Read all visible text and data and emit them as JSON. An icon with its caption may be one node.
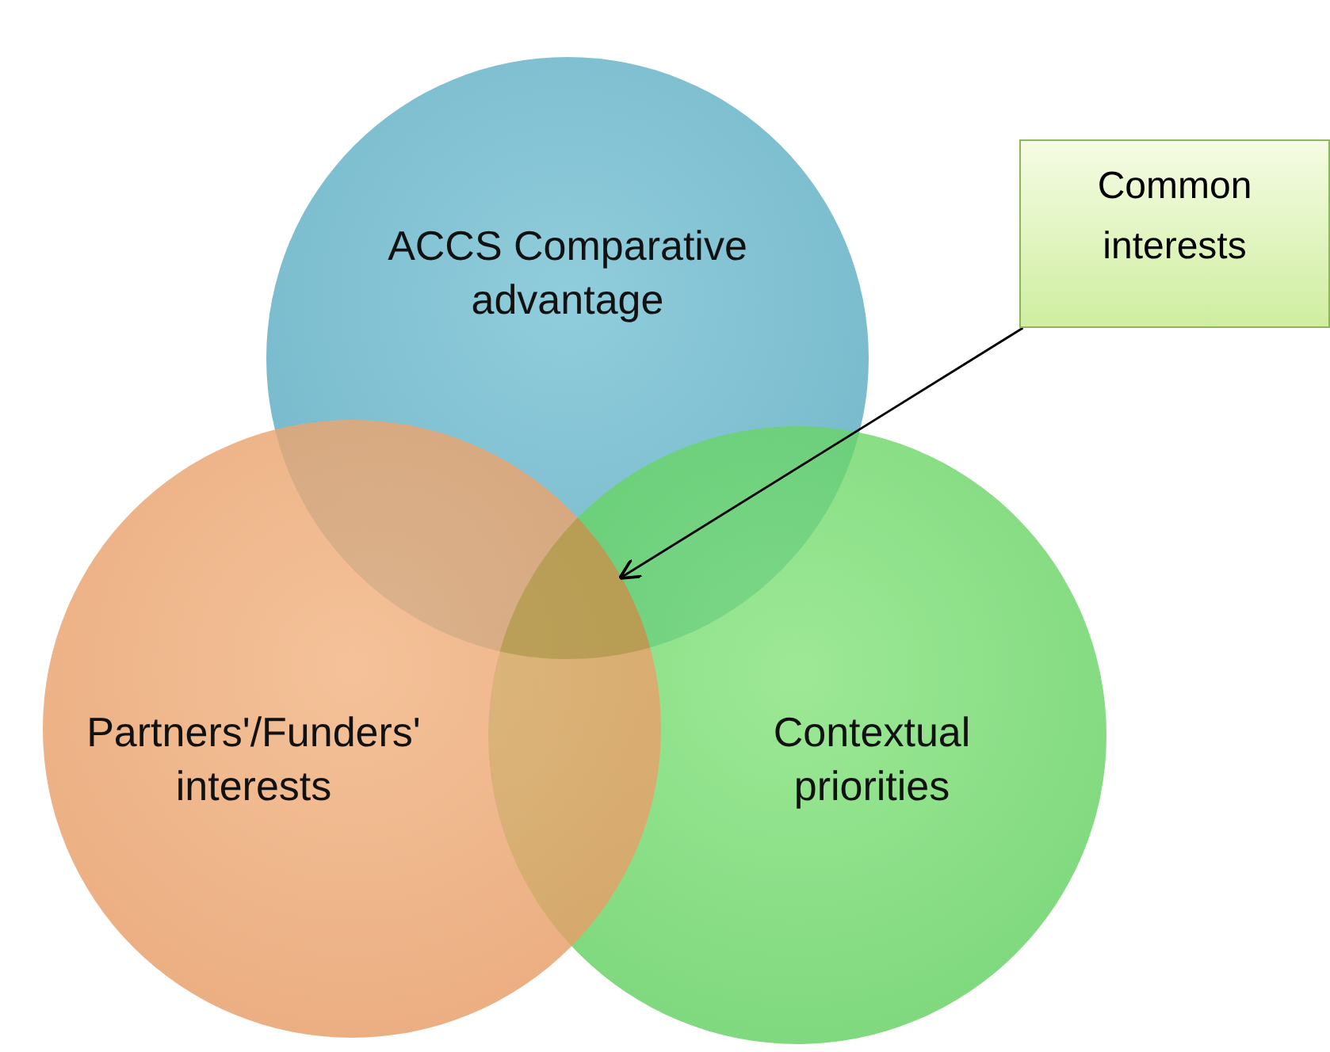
{
  "diagram": {
    "nodes": [
      {
        "text": [
          "ACCS Comparative advantage"
        ]
      },
      {
        "text": [
          "Partners'/Funders' interests"
        ]
      },
      {
        "text": [
          "Contextual priorities"
        ]
      },
      {
        "text": [
          "Common interests"
        ]
      },
      {
        "text": [],
        "shape": "triangle"
      }
    ],
    "edges": [
      {
        "from": 3,
        "to": 4,
        "arrow": "to"
      }
    ]
  }
}
